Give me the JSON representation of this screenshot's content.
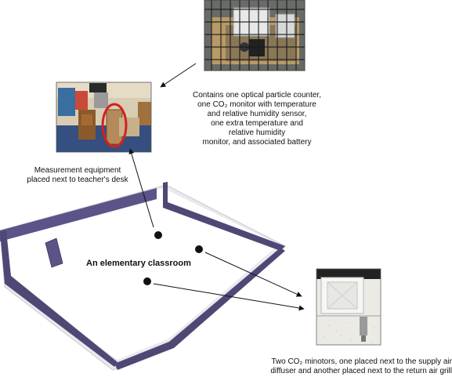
{
  "labels": {
    "equipment_contents": "Contains one optical particle counter,\none CO₂ monitor with temperature\nand relative humidity sensor,\none extra temperature and\nrelative humidity\nmonitor, and associated battery",
    "equipment_location": "Measurement equipment\nplaced next to teacher's desk",
    "room": "An elementary classroom",
    "co2_monitors": "Two CO₂ minotors, one placed next to the supply air\ndiffuser and another placed next to the return air grill"
  },
  "photos": [
    {
      "id": "equipment-cage",
      "subject": "measurement equipment inside a wire cage"
    },
    {
      "id": "classroom-corner",
      "subject": "classroom with equipment next to teacher's desk, circled in red"
    },
    {
      "id": "ceiling-diffuser",
      "subject": "ceiling supply air diffuser and return air grill with sensor"
    }
  ],
  "colors": {
    "wall": "#4e4875",
    "wall_top": "#5a5488",
    "floor": "#ffffff",
    "outer_base": "#e9e9ee",
    "marker": "#111111",
    "highlight_circle": "#d42020"
  }
}
